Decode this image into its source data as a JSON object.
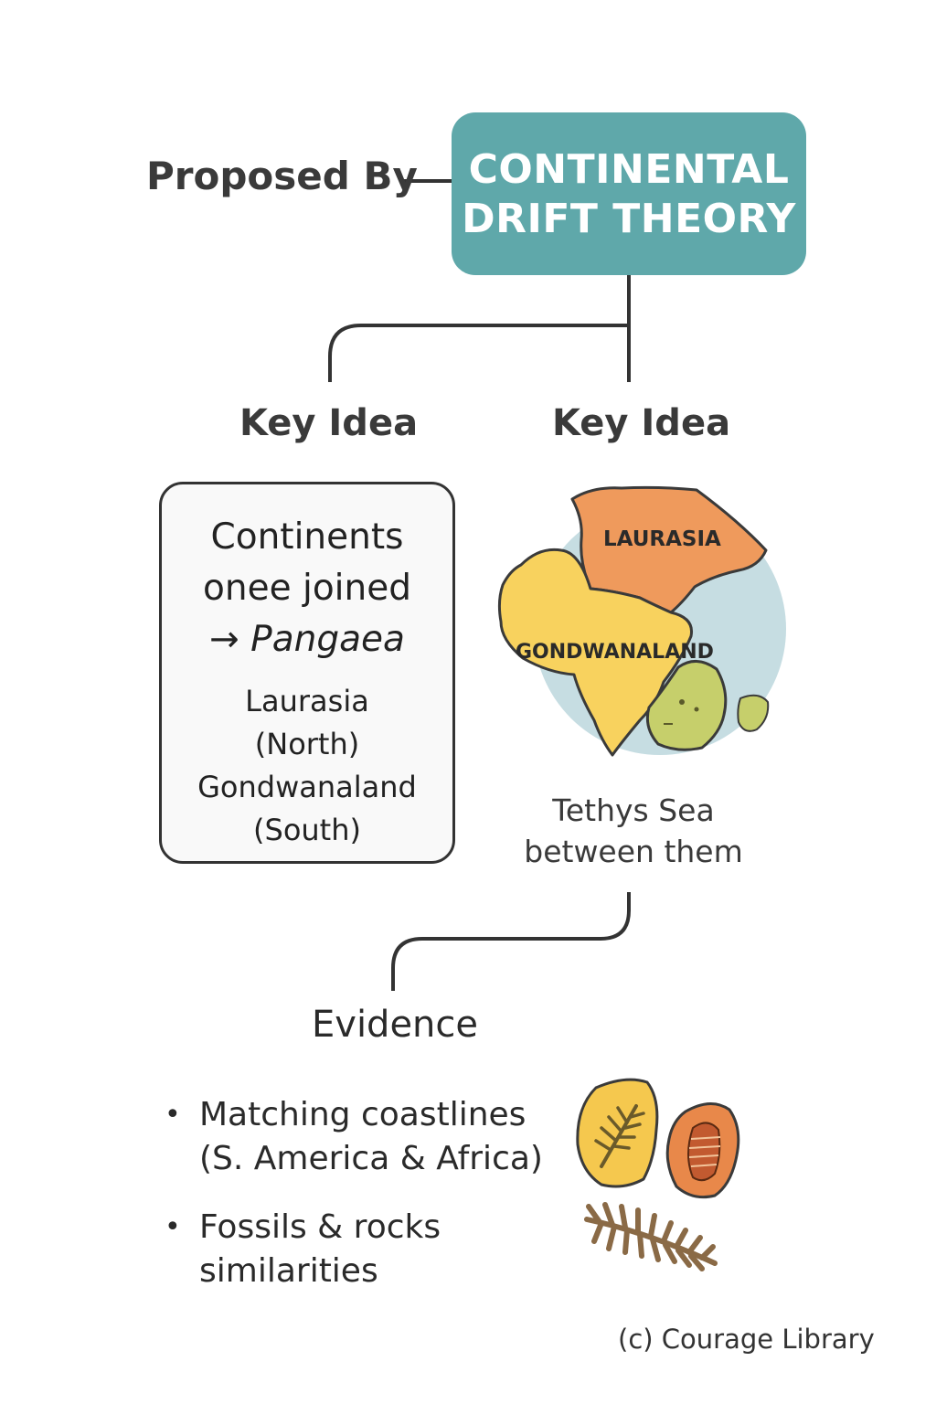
{
  "proposed_by": "Proposed By",
  "title": {
    "line1": "CONTINENTAL",
    "line2": "DRIFT THEORY"
  },
  "key_idea_left": "Key Idea",
  "key_idea_right": "Key Idea",
  "idea_box": {
    "line1": "Continents",
    "line2": "onee joined",
    "line3": "→ Pangaea",
    "laurasia": "Laurasia",
    "north": "(North)",
    "gondwanaland": "Gondwanaland",
    "south": "(South)"
  },
  "globe": {
    "label_north": "LAURASIA",
    "label_south": "GONDWANALAND"
  },
  "tethys": {
    "line1": "Tethys Sea",
    "line2": "between them"
  },
  "evidence_title": "Evidence",
  "evidence_items": [
    {
      "line1": "Matching coastlines",
      "line2": "(S. America & Africa)"
    },
    {
      "line1": "Fossils & rocks",
      "line2": "similarities"
    }
  ],
  "bullet_symbol": "•",
  "credit": "(c) Courage Library",
  "colors": {
    "title_bg": "#5fa8aa",
    "laurasia": "#ef9a5c",
    "gondwanaland": "#f8d25e",
    "australia": "#c6cf6b",
    "ocean": "#c6dde2",
    "fossil_leaf": "#8a6a46"
  }
}
